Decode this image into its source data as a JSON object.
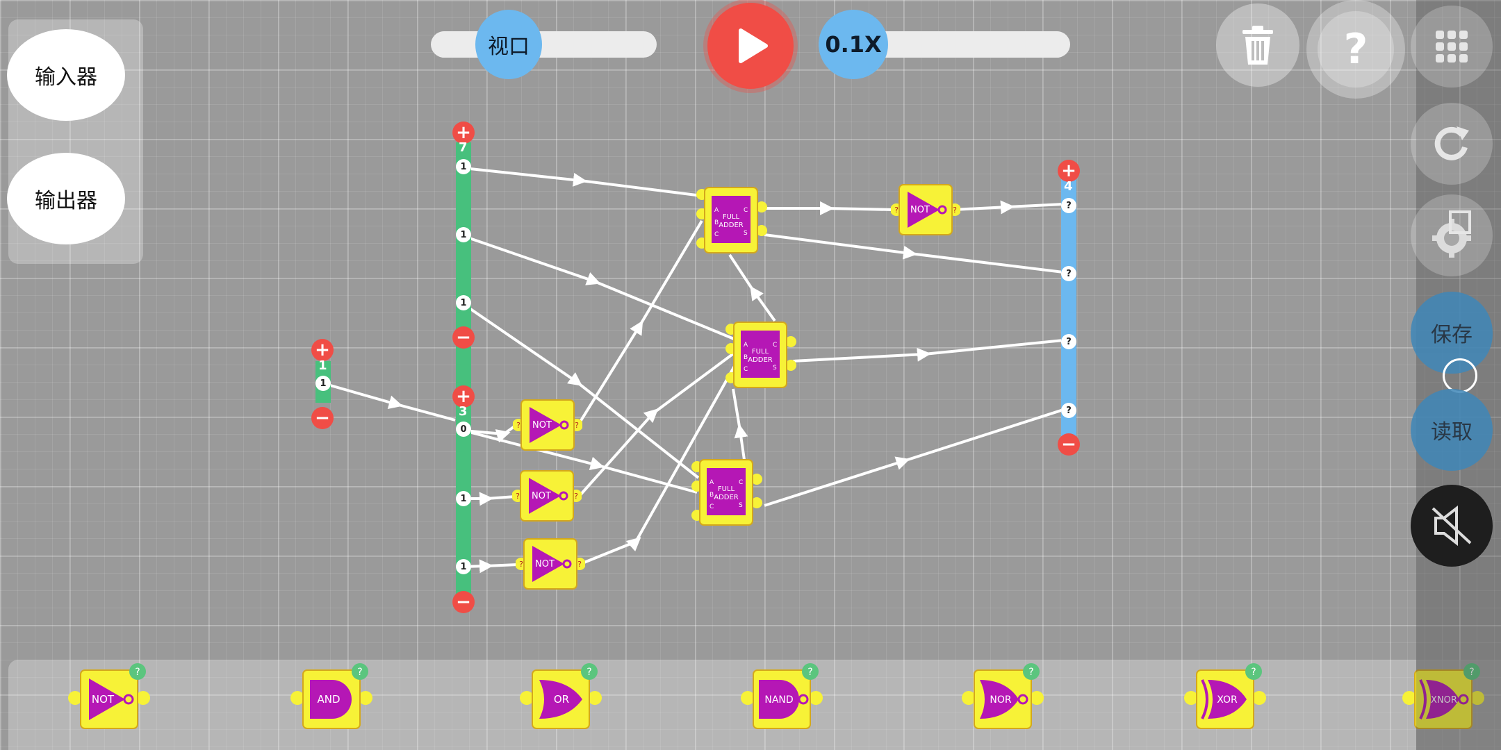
{
  "left_panel": {
    "input_button": "输入器",
    "output_button": "输出器"
  },
  "top_bar": {
    "viewport_label": "视口",
    "speed_label": "0.1X"
  },
  "right_panel": {
    "save_label": "保存",
    "load_label": "读取"
  },
  "input_buses": [
    {
      "count": "7",
      "bits": [
        "1",
        "1",
        "1"
      ]
    },
    {
      "count": "1",
      "bits": [
        "1"
      ]
    },
    {
      "count": "3",
      "bits": [
        "0",
        "1",
        "1"
      ]
    }
  ],
  "output_bus": {
    "count": "4",
    "bits": [
      "?",
      "?",
      "?",
      "?"
    ]
  },
  "canvas_gates": {
    "not_label": "NOT",
    "full_adder_line1": "FULL",
    "full_adder_line2": "ADDER",
    "pin_a": "A",
    "pin_b": "B",
    "pin_c": "C",
    "pin_s": "S",
    "unknown": "?"
  },
  "palette": [
    {
      "label": "NOT",
      "badge": "?"
    },
    {
      "label": "AND",
      "badge": "?"
    },
    {
      "label": "OR",
      "badge": "?"
    },
    {
      "label": "NAND",
      "badge": "?"
    },
    {
      "label": "NOR",
      "badge": "?"
    },
    {
      "label": "XOR",
      "badge": "?"
    },
    {
      "label": "XNOR",
      "badge": "?"
    }
  ],
  "colors": {
    "gate_body": "#f7f237",
    "gate_inner": "#b517b5",
    "input_bus": "#47c07d",
    "output_bus": "#6cb8ef",
    "play_button": "#f04d46"
  },
  "icons": [
    "trash-icon",
    "help-icon",
    "grid-icon",
    "redo-icon",
    "settings-icon",
    "mute-icon",
    "play-icon"
  ]
}
